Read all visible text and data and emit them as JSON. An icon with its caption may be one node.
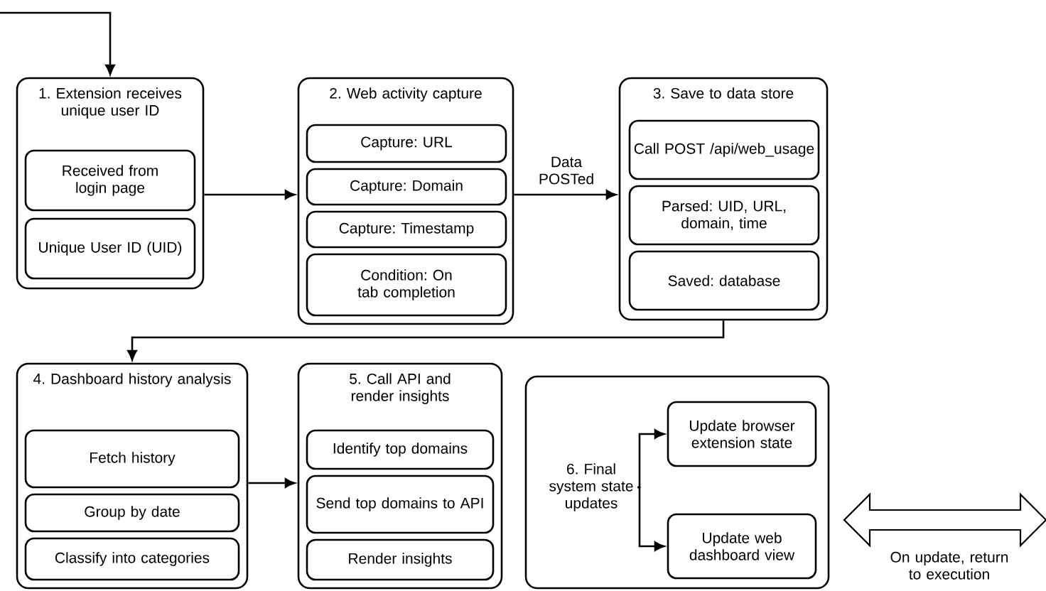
{
  "diagram": {
    "nodes": [
      {
        "text": [
          "1. Extension receives unique user ID"
        ]
      },
      {
        "text": [
          "Received from login page"
        ],
        "in": 0
      },
      {
        "text": [
          "Unique User ID (UID)"
        ],
        "in": 0
      },
      {
        "text": [
          "2. Web activity capture"
        ]
      },
      {
        "text": [
          "Capture: URL"
        ],
        "in": 3
      },
      {
        "text": [
          "Capture: Domain"
        ],
        "in": 3
      },
      {
        "text": [
          "Capture: Timestamp"
        ],
        "in": 3
      },
      {
        "text": [
          "Condition: On tab completion"
        ],
        "in": 3
      },
      {
        "text": [
          "3. Save to data store"
        ]
      },
      {
        "text": [
          "Call POST /api/web_usage"
        ],
        "in": 8
      },
      {
        "text": [
          "Parsed: UID, URL, domain, time"
        ],
        "in": 8
      },
      {
        "text": [
          "Saved: database"
        ],
        "in": 8
      },
      {
        "text": [
          "4. Dashboard history analysis"
        ]
      },
      {
        "text": [
          "Fetch history"
        ],
        "in": 12
      },
      {
        "text": [
          "Group by date"
        ],
        "in": 12
      },
      {
        "text": [
          "Classify into categories"
        ],
        "in": 12
      },
      {
        "text": [
          "5. Call API and render insights"
        ]
      },
      {
        "text": [
          "Identify top domains"
        ],
        "in": 16
      },
      {
        "text": [
          "Send top domains to API"
        ],
        "in": 16
      },
      {
        "text": [
          "Render insights"
        ],
        "in": 16
      },
      {
        "text": [],
        "shape": "box"
      },
      {
        "text": [
          "6. Final system state updates"
        ],
        "in": 20
      },
      {
        "text": [
          "Update browser extension state"
        ],
        "in": 20
      },
      {
        "text": [
          "Update web dashboard view"
        ],
        "in": 20
      }
    ],
    "edges": [
      {
        "from": null,
        "to": 0,
        "arrow": "to"
      },
      {
        "from": 0,
        "to": 3,
        "arrow": "to"
      },
      {
        "from": 3,
        "to": 8,
        "arrow": "to",
        "label": "Data POSTed"
      },
      {
        "from": 8,
        "to": 12,
        "arrow": "to"
      },
      {
        "from": 12,
        "to": 16,
        "arrow": "to"
      },
      {
        "from": 21,
        "to": 22,
        "arrow": "to"
      },
      {
        "from": 21,
        "to": 23,
        "arrow": "to"
      }
    ],
    "labels": [
      "On update, return to execution"
    ]
  }
}
